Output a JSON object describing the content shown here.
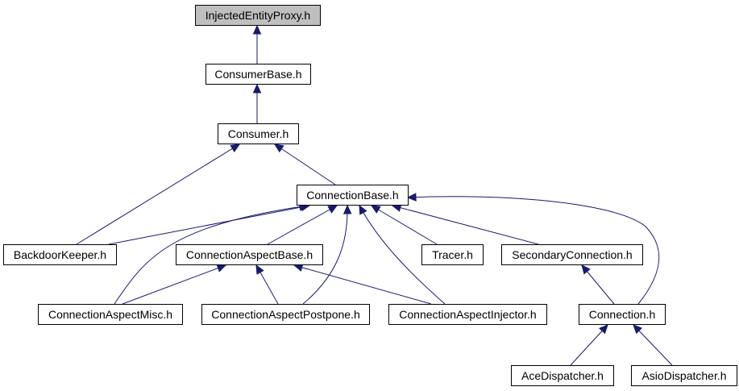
{
  "colors": {
    "root_fill": "#bfbfbf",
    "node_fill": "#ffffff",
    "node_border": "#000000",
    "edge": "#191970"
  },
  "nodes": {
    "injected_entity_proxy": "InjectedEntityProxy.h",
    "consumer_base": "ConsumerBase.h",
    "consumer": "Consumer.h",
    "connection_base": "ConnectionBase.h",
    "backdoor_keeper": "BackdoorKeeper.h",
    "connection_aspect_base": "ConnectionAspectBase.h",
    "tracer": "Tracer.h",
    "secondary_connection": "SecondaryConnection.h",
    "connection_aspect_misc": "ConnectionAspectMisc.h",
    "connection_aspect_postpone": "ConnectionAspectPostpone.h",
    "connection_aspect_injector": "ConnectionAspectInjector.h",
    "connection": "Connection.h",
    "ace_dispatcher": "AceDispatcher.h",
    "asio_dispatcher": "AsioDispatcher.h"
  },
  "edges": [
    {
      "from": "consumer_base",
      "to": "injected_entity_proxy"
    },
    {
      "from": "consumer",
      "to": "consumer_base"
    },
    {
      "from": "backdoor_keeper",
      "to": "consumer"
    },
    {
      "from": "connection_base",
      "to": "consumer"
    },
    {
      "from": "backdoor_keeper",
      "to": "connection_base"
    },
    {
      "from": "connection_aspect_misc",
      "to": "connection_base"
    },
    {
      "from": "connection_aspect_base",
      "to": "connection_base"
    },
    {
      "from": "connection_aspect_postpone",
      "to": "connection_base"
    },
    {
      "from": "connection_aspect_injector",
      "to": "connection_base"
    },
    {
      "from": "tracer",
      "to": "connection_base"
    },
    {
      "from": "secondary_connection",
      "to": "connection_base"
    },
    {
      "from": "connection",
      "to": "connection_base"
    },
    {
      "from": "connection_aspect_misc",
      "to": "connection_aspect_base"
    },
    {
      "from": "connection_aspect_postpone",
      "to": "connection_aspect_base"
    },
    {
      "from": "connection_aspect_injector",
      "to": "connection_aspect_base"
    },
    {
      "from": "connection",
      "to": "secondary_connection"
    },
    {
      "from": "ace_dispatcher",
      "to": "connection"
    },
    {
      "from": "asio_dispatcher",
      "to": "connection"
    }
  ]
}
